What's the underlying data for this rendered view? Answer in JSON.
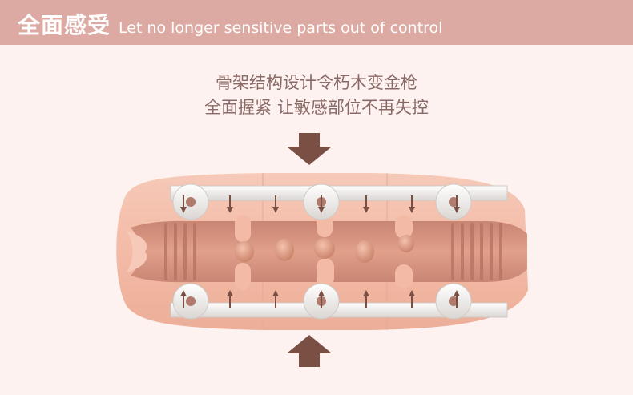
{
  "header": {
    "title": "全面感受",
    "subtitle": "Let no longer sensitive parts out of control"
  },
  "caption": {
    "line1": "骨架结构设计令朽木变金枪",
    "line2": "全面握紧 让敏感部位不再失控"
  },
  "colors": {
    "header_bg": "#dcaaa2",
    "page_bg": "#fdf2ef",
    "text": "#8a6a66",
    "arrow": "#7a4f44",
    "sleeve_outer": "#f0bba8",
    "sleeve_inner": "#d98d78",
    "frame": "#f3f1f0"
  },
  "icons": [
    "down-arrow-icon",
    "up-arrow-icon"
  ]
}
